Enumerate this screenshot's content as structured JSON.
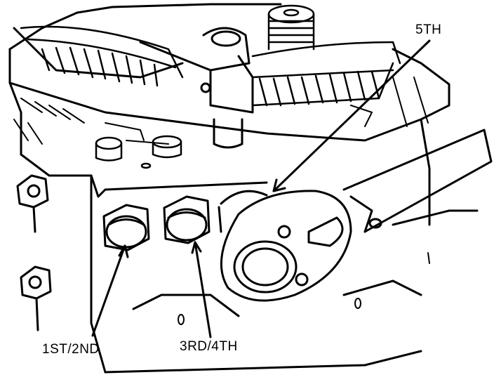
{
  "diagram": {
    "callouts": {
      "fifth": "5TH",
      "first_second": "1ST/2ND",
      "third_fourth": "3RD/4TH"
    },
    "colors": {
      "ink": "#000000",
      "paper": "#ffffff"
    },
    "icons": [
      "transmission-housing",
      "gear-teeth",
      "detent-plug",
      "wrench",
      "leader-arrow"
    ]
  }
}
